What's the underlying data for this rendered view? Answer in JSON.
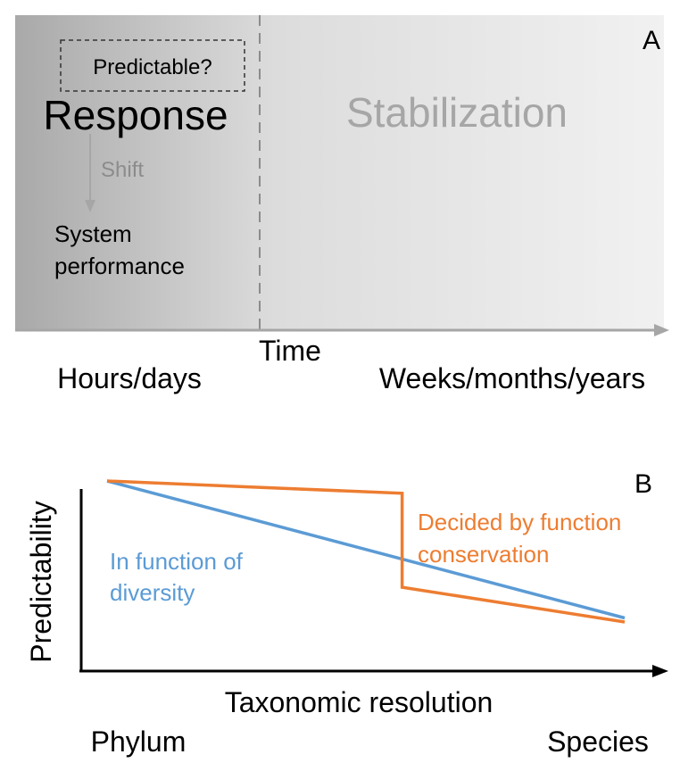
{
  "panel_a": {
    "letter": "A",
    "dashed_box_label": "Predictable?",
    "response_label": "Response",
    "stabilization_label": "Stabilization",
    "shift_label": "Shift",
    "system_label_line1": "System",
    "system_label_line2": "performance",
    "time_axis_label": "Time",
    "left_period_label": "Hours/days",
    "right_period_label": "Weeks/months/years",
    "colors": {
      "dark_gray": "#a6a6a6",
      "light_gray": "#eeeeee",
      "axis": "#a6a6a6",
      "divider": "#8c8c8c",
      "stabilization_text": "#a6a6a6",
      "shift_text": "#8c8c8c"
    }
  },
  "panel_b": {
    "letter": "B",
    "y_axis_label": "Predictability",
    "x_axis_label": "Taxonomic resolution",
    "x_left_label": "Phylum",
    "x_right_label": "Species",
    "blue_label_line1": "In function of",
    "blue_label_line2": "diversity",
    "orange_label_line1": "Decided by function",
    "orange_label_line2": "conservation",
    "colors": {
      "blue": "#5b9bd5",
      "orange": "#ed7d31",
      "axis": "#000000"
    }
  },
  "chart_data": {
    "type": "line",
    "xlabel": "Taxonomic resolution",
    "ylabel": "Predictability",
    "x_categories": [
      "Phylum",
      "Species"
    ],
    "xlim": [
      0,
      1
    ],
    "ylim": [
      0,
      1
    ],
    "series": [
      {
        "name": "In function of diversity",
        "color": "#5b9bd5",
        "points": [
          [
            0,
            0.93
          ],
          [
            1,
            0.26
          ]
        ]
      },
      {
        "name": "Decided by function conservation",
        "color": "#ed7d31",
        "points": [
          [
            0,
            0.93
          ],
          [
            0.57,
            0.87
          ],
          [
            0.57,
            0.41
          ],
          [
            1,
            0.24
          ]
        ]
      }
    ]
  }
}
